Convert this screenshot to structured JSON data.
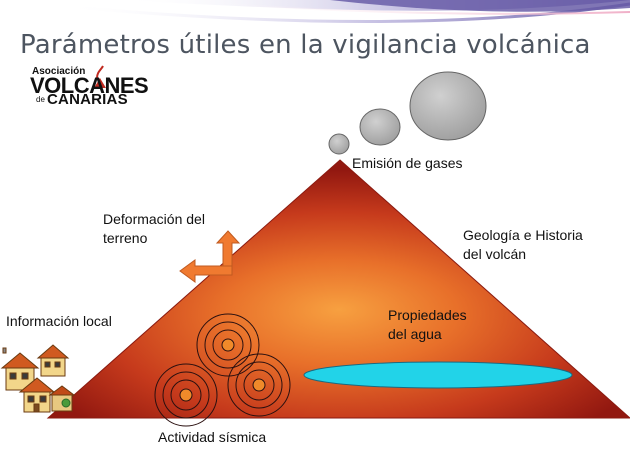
{
  "title": "Parámetros  útiles en la vigilancia volcánica",
  "logo": {
    "line1": "Asociación",
    "line2": "VOLCANES",
    "line3": "de",
    "line4": "CANARIAS"
  },
  "labels": {
    "gases": "Emisión de gases",
    "deformation": [
      "Deformación del",
      "terreno"
    ],
    "geology": [
      "Geología e Historia",
      "del volcán"
    ],
    "local_info": "Información local",
    "water": [
      "Propiedades",
      "del agua"
    ],
    "seismic": "Actividad sísmica"
  },
  "colors": {
    "title": "#4d5560",
    "volcano_dark": "#9c1a10",
    "volcano_core": "#f08a28",
    "arrow": "#f07a30",
    "water": "#22d3e8",
    "gas_cloud": "#bfbfbf",
    "header_swoosh": "#6a5ea8"
  },
  "icons": {
    "logo": "volcano-logo-icon",
    "houses": "houses-icon",
    "seismic": "seismic-rings-icon",
    "deformation": "deformation-arrow-icon"
  }
}
